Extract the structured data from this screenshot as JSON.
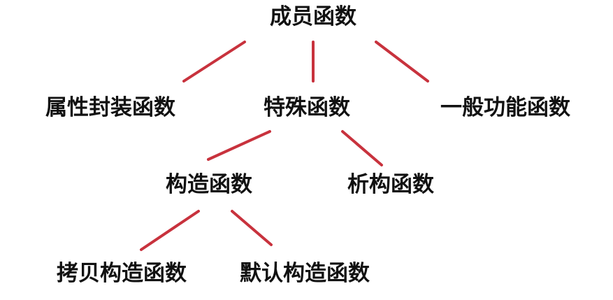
{
  "tree": {
    "root": "成员函数",
    "level1": {
      "attribute": "属性封装函数",
      "special": "特殊函数",
      "general": "一般功能函数"
    },
    "level2": {
      "constructor": "构造函数",
      "destructor": "析构函数"
    },
    "level3": {
      "copy_constructor": "拷贝构造函数",
      "default_constructor": "默认构造函数"
    }
  },
  "colors": {
    "edge": "#c8323d",
    "text": "#111111",
    "background": "#ffffff"
  }
}
